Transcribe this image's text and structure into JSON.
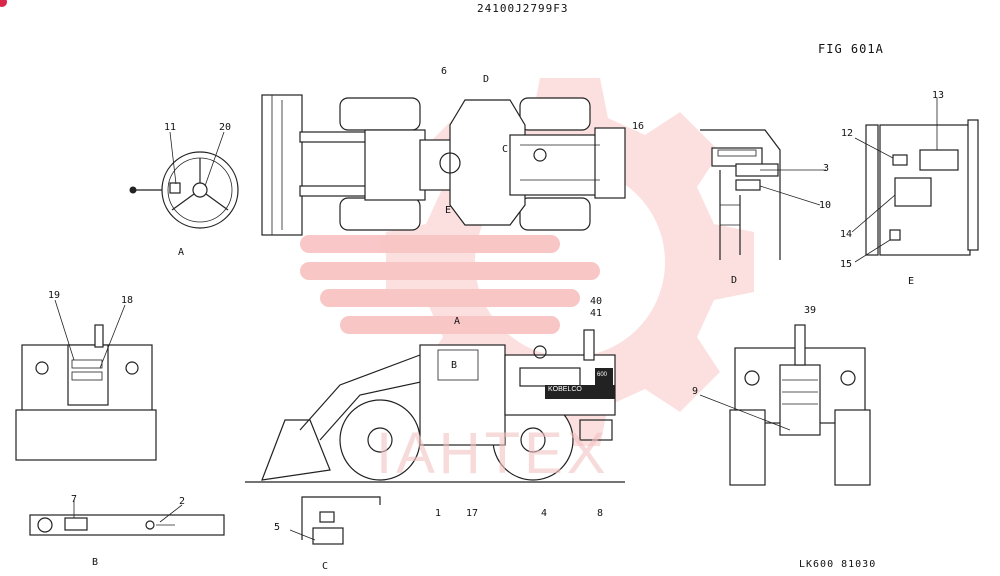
{
  "header": {
    "doc_number": "24100J2799F3",
    "figure": "FIG 601A",
    "footer_code": "LK600 81030"
  },
  "brand": {
    "logo_text": "KOBELCO",
    "model_badge": "600",
    "watermark_text": "IAHTEX",
    "watermark_color": "#f4a7a7"
  },
  "views": {
    "a": "A",
    "b": "B",
    "c": "C",
    "d": "D",
    "e": "E"
  },
  "top_view_marks": {
    "d": "D",
    "c": "C",
    "e": "E"
  },
  "side_view_marks": {
    "a": "A",
    "b": "B"
  },
  "callouts": {
    "n1": "1",
    "n2": "2",
    "n3": "3",
    "n4": "4",
    "n5": "5",
    "n6": "6",
    "n7": "7",
    "n8": "8",
    "n9": "9",
    "n10": "10",
    "n11": "11",
    "n12": "12",
    "n13": "13",
    "n14": "14",
    "n15": "15",
    "n16": "16",
    "n17": "17",
    "n18": "18",
    "n19": "19",
    "n20": "20",
    "n39": "39",
    "n40": "40",
    "n41": "41"
  }
}
